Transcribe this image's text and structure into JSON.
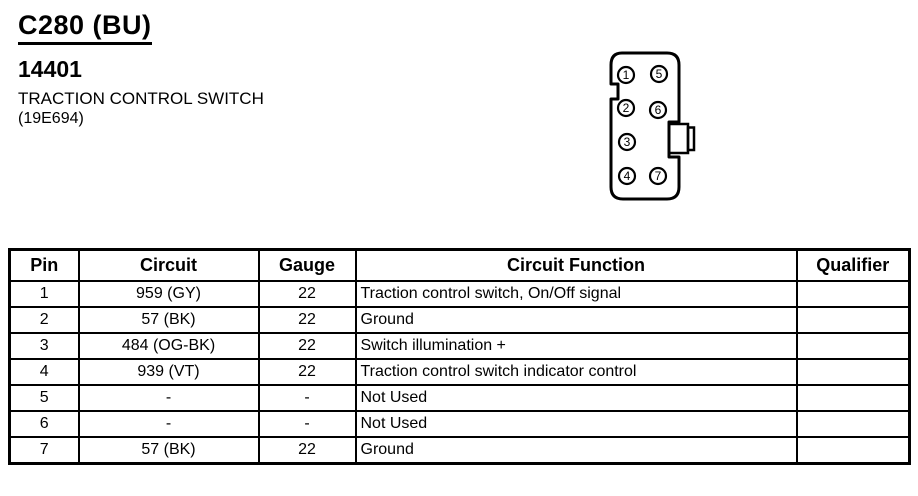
{
  "colors": {
    "ink": "#000000",
    "paper": "#ffffff"
  },
  "header": {
    "connector_id": "C280 (BU)",
    "part_number": "14401",
    "component_name": "TRACTION CONTROL SWITCH",
    "component_code": "(19E694)"
  },
  "connector": {
    "pins": [
      "1",
      "5",
      "2",
      "6",
      "3",
      "4",
      "7"
    ]
  },
  "table": {
    "headers": {
      "pin": "Pin",
      "circuit": "Circuit",
      "gauge": "Gauge",
      "function": "Circuit Function",
      "qualifier": "Qualifier"
    },
    "rows": [
      {
        "pin": "1",
        "circuit": "959 (GY)",
        "gauge": "22",
        "function": "Traction control switch, On/Off signal",
        "qualifier": ""
      },
      {
        "pin": "2",
        "circuit": "57 (BK)",
        "gauge": "22",
        "function": "Ground",
        "qualifier": ""
      },
      {
        "pin": "3",
        "circuit": "484 (OG-BK)",
        "gauge": "22",
        "function": "Switch illumination +",
        "qualifier": ""
      },
      {
        "pin": "4",
        "circuit": "939 (VT)",
        "gauge": "22",
        "function": "Traction control switch indicator control",
        "qualifier": ""
      },
      {
        "pin": "5",
        "circuit": "-",
        "gauge": "-",
        "function": "Not Used",
        "qualifier": ""
      },
      {
        "pin": "6",
        "circuit": "-",
        "gauge": "-",
        "function": "Not Used",
        "qualifier": ""
      },
      {
        "pin": "7",
        "circuit": "57 (BK)",
        "gauge": "22",
        "function": "Ground",
        "qualifier": ""
      }
    ]
  }
}
